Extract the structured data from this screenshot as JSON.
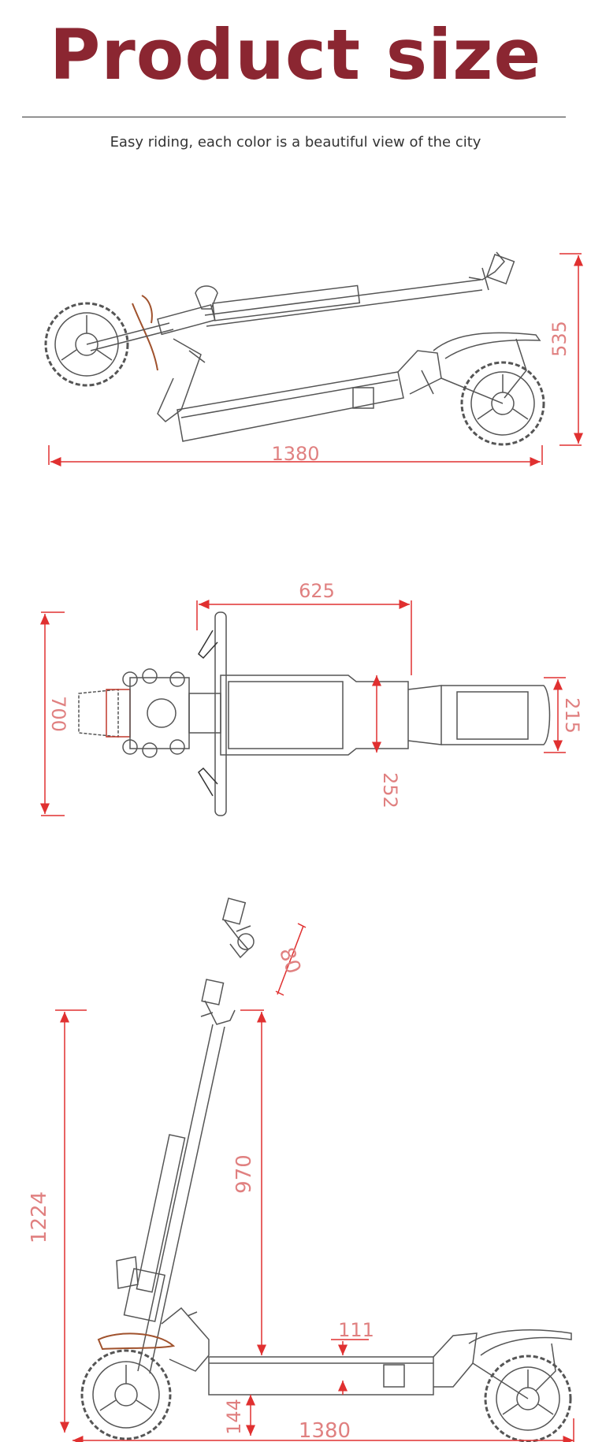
{
  "header": {
    "title": "Product size",
    "subtitle": "Easy riding, each color is a beautiful view of the city"
  },
  "views": {
    "side": {
      "length": "1380",
      "height": "535"
    },
    "top": {
      "handlebar_to_deck": "625",
      "handlebar_width": "700",
      "deck_width": "252",
      "rear_width": "215"
    },
    "folded": {
      "total_height": "1224",
      "stem_height": "970",
      "deck_thickness": "111",
      "ground_clearance": "144",
      "length": "1380",
      "grip": "80"
    }
  },
  "colors": {
    "title": "#8b2631",
    "dimension": "#e03030",
    "line": "#555555"
  }
}
